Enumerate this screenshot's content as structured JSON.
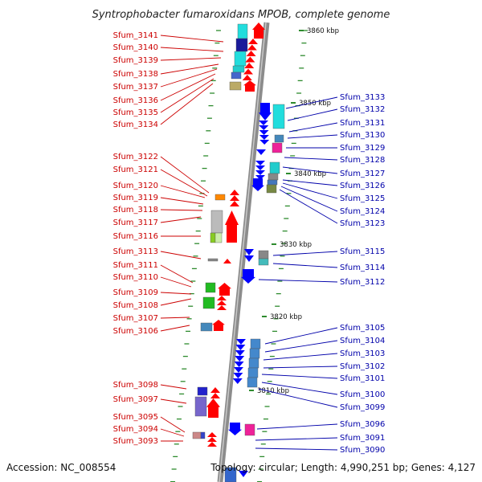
{
  "title": "Syntrophobacter fumaroxidans MPOB, complete genome",
  "footer": {
    "accession": "Accession: NC_008554",
    "summary": "Topology: circular; Length: 4,990,251 bp; Genes: 4,127"
  },
  "colors": {
    "left_label": "#cc0000",
    "right_label": "#0000aa",
    "backbone": "#8c8c8c",
    "tick": "#2e8b2e",
    "forward_strand": "#ff0000",
    "reverse_strand": "#0000ff"
  },
  "scale_labels": [
    "3860 kbp",
    "3850 kbp",
    "3840 kbp",
    "3830 kbp",
    "3820 kbp",
    "3810 kbp"
  ],
  "left_genes": [
    "Sfum_3141",
    "Sfum_3140",
    "Sfum_3139",
    "Sfum_3138",
    "Sfum_3137",
    "Sfum_3136",
    "Sfum_3135",
    "Sfum_3134",
    "Sfum_3122",
    "Sfum_3121",
    "Sfum_3120",
    "Sfum_3119",
    "Sfum_3118",
    "Sfum_3117",
    "Sfum_3116",
    "Sfum_3113",
    "Sfum_3111",
    "Sfum_3110",
    "Sfum_3109",
    "Sfum_3108",
    "Sfum_3107",
    "Sfum_3106",
    "Sfum_3098",
    "Sfum_3097",
    "Sfum_3095",
    "Sfum_3094",
    "Sfum_3093"
  ],
  "right_genes": [
    "Sfum_3133",
    "Sfum_3132",
    "Sfum_3131",
    "Sfum_3130",
    "Sfum_3129",
    "Sfum_3128",
    "Sfum_3127",
    "Sfum_3126",
    "Sfum_3125",
    "Sfum_3124",
    "Sfum_3123",
    "Sfum_3115",
    "Sfum_3114",
    "Sfum_3112",
    "Sfum_3105",
    "Sfum_3104",
    "Sfum_3103",
    "Sfum_3102",
    "Sfum_3101",
    "Sfum_3100",
    "Sfum_3099",
    "Sfum_3096",
    "Sfum_3091",
    "Sfum_3090"
  ]
}
